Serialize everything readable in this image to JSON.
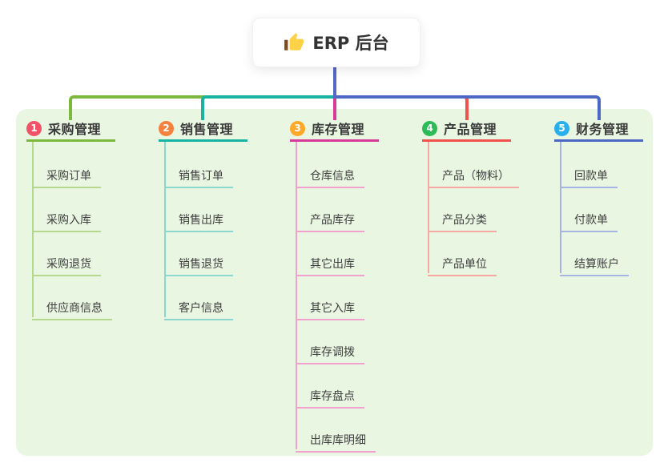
{
  "root": {
    "label": "ERP 后台",
    "icon": "thumbs-up-icon",
    "stem_color": "#5568c4"
  },
  "panel": {
    "background": "#e8f6e2"
  },
  "branches": [
    {
      "badge": "1",
      "label": "采购管理",
      "badge_color": "#f25268",
      "line_color": "#7db83e",
      "child_line_color": "#b5d88d",
      "children": [
        "采购订单",
        "采购入库",
        "采购退货",
        "供应商信息"
      ]
    },
    {
      "badge": "2",
      "label": "销售管理",
      "badge_color": "#f5813d",
      "line_color": "#17b3a3",
      "child_line_color": "#8ad8cf",
      "children": [
        "销售订单",
        "销售出库",
        "销售退货",
        "客户信息"
      ]
    },
    {
      "badge": "3",
      "label": "库存管理",
      "badge_color": "#ffa928",
      "line_color": "#d83a97",
      "child_line_color": "#f2a0ce",
      "children": [
        "仓库信息",
        "产品库存",
        "其它出库",
        "其它入库",
        "库存调拨",
        "库存盘点",
        "出库库明细"
      ]
    },
    {
      "badge": "4",
      "label": "产品管理",
      "badge_color": "#2dbb58",
      "line_color": "#f0524d",
      "child_line_color": "#f7a8a2",
      "children": [
        "产品（物料）",
        "产品分类",
        "产品单位"
      ]
    },
    {
      "badge": "5",
      "label": "财务管理",
      "badge_color": "#27b0ed",
      "line_color": "#4d68c4",
      "child_line_color": "#a6b4e4",
      "children": [
        "回款单",
        "付款单",
        "结算账户"
      ]
    }
  ]
}
